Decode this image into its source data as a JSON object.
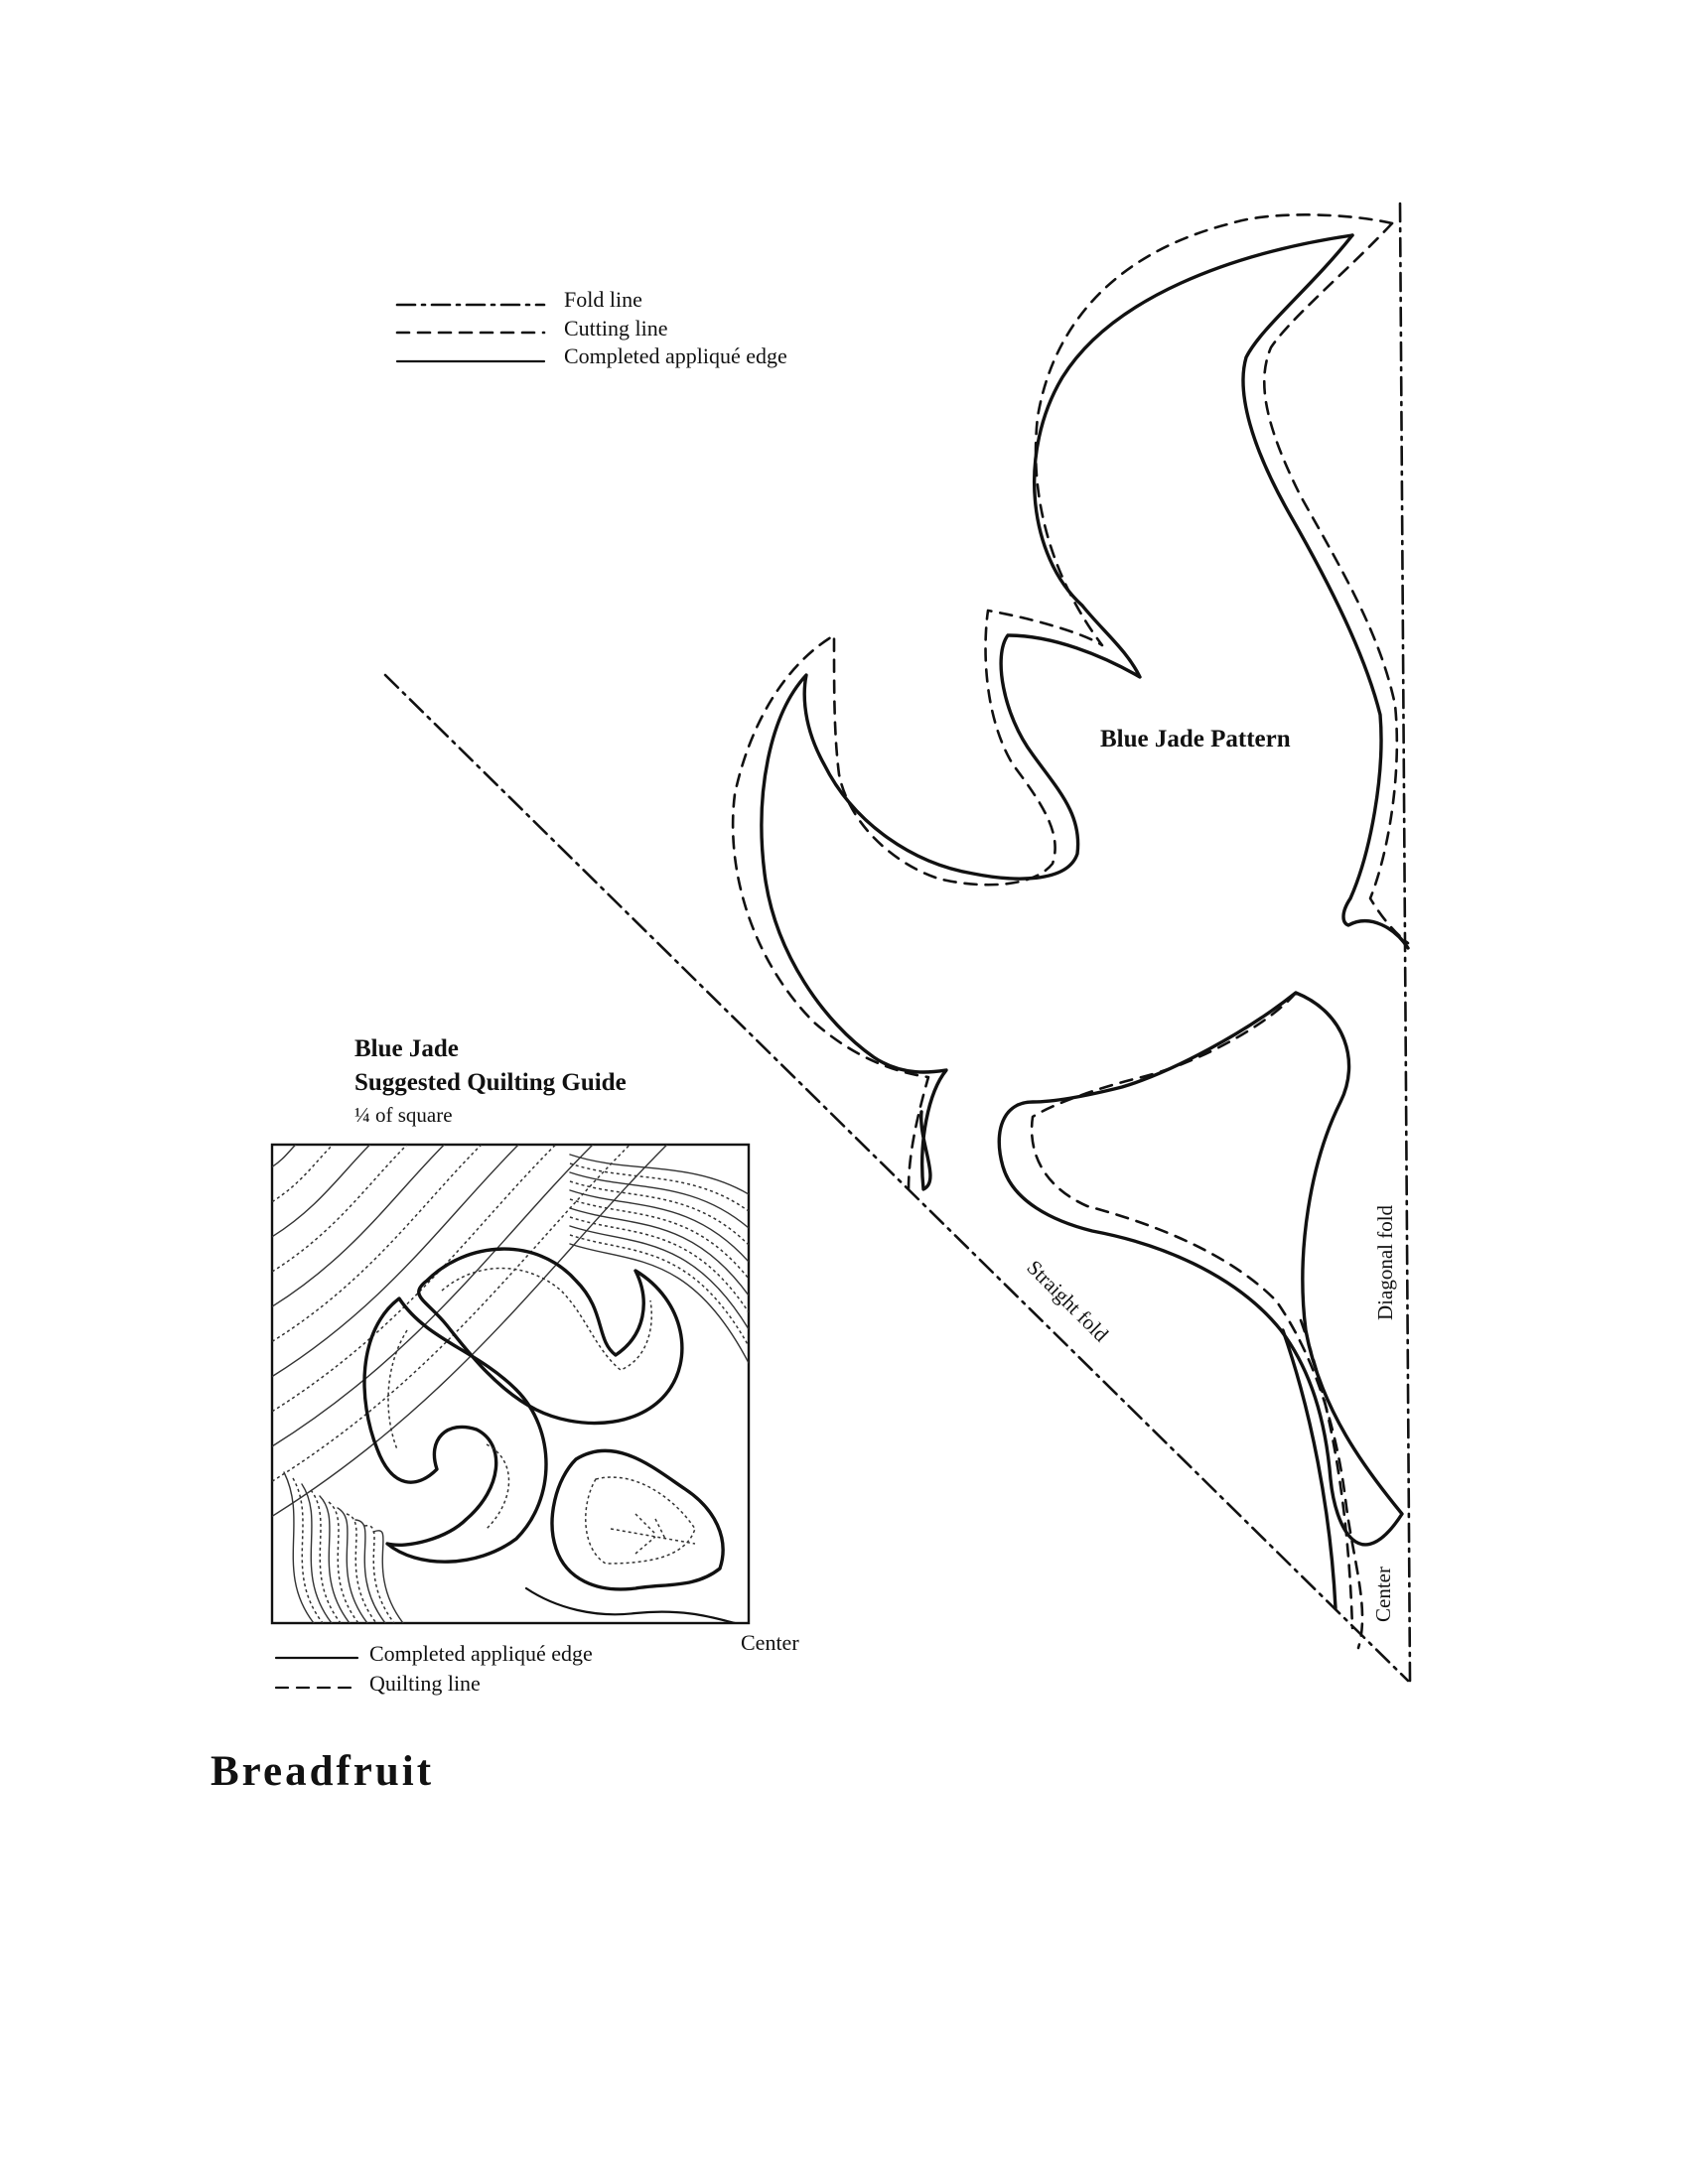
{
  "pattern_legend": {
    "fold_line": "Fold line",
    "cutting_line": "Cutting line",
    "completed_edge": "Completed appliqué edge"
  },
  "pattern": {
    "title": "Blue Jade Pattern",
    "straight_fold": "Straight fold",
    "diagonal_fold": "Diagonal fold",
    "center": "Center"
  },
  "quilting_guide": {
    "title_line1": "Blue Jade",
    "title_line2": "Suggested Quilting Guide",
    "subtitle": "¼ of square",
    "center": "Center",
    "legend": {
      "completed_edge": "Completed appliqué edge",
      "quilting_line": "Quilting line"
    }
  },
  "heading": "Breadfruit"
}
